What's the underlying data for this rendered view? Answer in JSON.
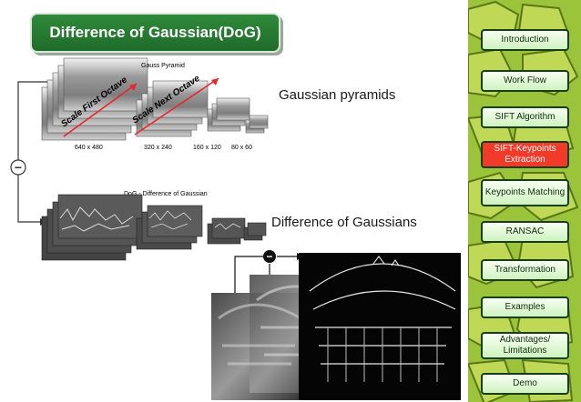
{
  "slide": {
    "title": "Difference of Gaussian(DoG)",
    "gaussian_label": "Gaussian pyramids",
    "dog_label": "Difference of Gaussians"
  },
  "figure": {
    "gauss_header": "Gauss Pyramid",
    "dog_header": "DoG - Difference of Gaussian",
    "scale_first": "Scale First Octave",
    "scale_next": "Scale Next Octave",
    "sizes": [
      "640 x 480",
      "320 x 240",
      "160 x 120",
      "80 x 60"
    ],
    "minus_symbol": "−"
  },
  "nav": {
    "items": [
      {
        "label": "Introduction",
        "active": false
      },
      {
        "label": "Work Flow",
        "active": false
      },
      {
        "label": "SIFT Algorithm",
        "active": false
      },
      {
        "label": "SIFT-Keypoints Extraction",
        "active": true
      },
      {
        "label": "Keypoints Matching",
        "active": false
      },
      {
        "label": "RANSAC",
        "active": false
      },
      {
        "label": "Transformation",
        "active": false
      },
      {
        "label": "Examples",
        "active": false
      },
      {
        "label": "Advantages/ Limitations",
        "active": false
      },
      {
        "label": "Demo",
        "active": false
      }
    ]
  },
  "colors": {
    "title_bg": "#2f8a3a",
    "active_nav": "#f13a2a",
    "scale_arrow": "#e8262b"
  }
}
